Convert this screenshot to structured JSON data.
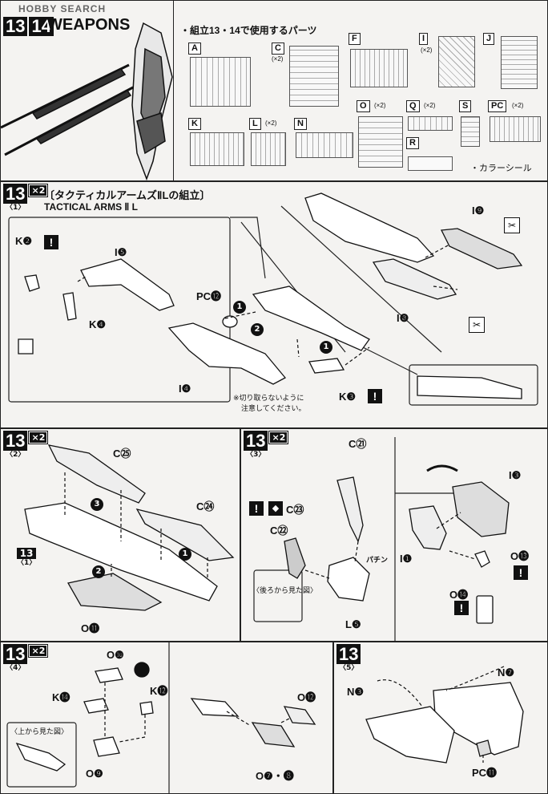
{
  "header": {
    "watermark": "HOBBY SEARCH",
    "step_numbers": [
      "13",
      "14"
    ],
    "title": "WEAPONS"
  },
  "parts_list": {
    "heading": "・組立13・14で使用するパーツ",
    "runners": [
      {
        "label": "A",
        "qty": ""
      },
      {
        "label": "C",
        "qty": "(×2)"
      },
      {
        "label": "F",
        "qty": ""
      },
      {
        "label": "I",
        "qty": "(×2)"
      },
      {
        "label": "J",
        "qty": ""
      },
      {
        "label": "K",
        "qty": ""
      },
      {
        "label": "L",
        "qty": "(×2)"
      },
      {
        "label": "N",
        "qty": ""
      },
      {
        "label": "O",
        "qty": "(×2)"
      },
      {
        "label": "Q",
        "qty": "(×2)"
      },
      {
        "label": "S",
        "qty": ""
      },
      {
        "label": "PC",
        "qty": "(×2)"
      },
      {
        "label": "R",
        "qty": ""
      }
    ],
    "color_sticker": "・カラーシール"
  },
  "step1": {
    "step": "13",
    "mult": "×2",
    "sub": "〈1〉",
    "title_jp": "〔タクティカルアームズⅡLの組立〕",
    "title_en": "TACTICAL ARMS Ⅱ L",
    "labels": {
      "k2": "K❷",
      "i5": "I❺",
      "k4": "K❹",
      "pc12": "PC⓬",
      "i4": "I❹",
      "k3": "K❸",
      "i9": "I❾",
      "i8": "I❽"
    },
    "note_line1": "※切り取らないように",
    "note_line2": "注意してください。"
  },
  "step2": {
    "step": "13",
    "mult": "×2",
    "sub": "〈2〉",
    "labels": {
      "c25": "C㉕",
      "c24": "C㉔",
      "o11": "O⓫",
      "ref_step": "13",
      "ref_sub": "〈1〉"
    }
  },
  "step3": {
    "step": "13",
    "mult": "×2",
    "sub": "〈3〉",
    "labels": {
      "c21": "C㉑",
      "c23": "C㉓",
      "c22": "C㉒",
      "l5": "L❺",
      "snap": "パチン",
      "back_view": "〈後ろから見た図〉",
      "i3": "I❸",
      "i1": "I❶",
      "o13": "O⓭",
      "o14": "O⓮"
    }
  },
  "step4": {
    "step": "13",
    "mult": "×2",
    "sub": "〈4〉",
    "labels": {
      "o10": "O❿",
      "k14": "K⓮",
      "k12": "K⓬",
      "top_view": "〈上から見た図〉",
      "o9": "O❾",
      "o12": "O⓬",
      "o78": "O❼・❽"
    }
  },
  "step5": {
    "step": "13",
    "sub": "〈5〉",
    "labels": {
      "n7": "N❼",
      "n3": "N❸",
      "pc11": "PC⓫"
    }
  },
  "icons": [
    "nipper-icon",
    "exclamation-icon",
    "arrow-icon"
  ],
  "colors": {
    "ink": "#111111",
    "paper": "#f4f3f1",
    "background": "#e9e7e4"
  }
}
